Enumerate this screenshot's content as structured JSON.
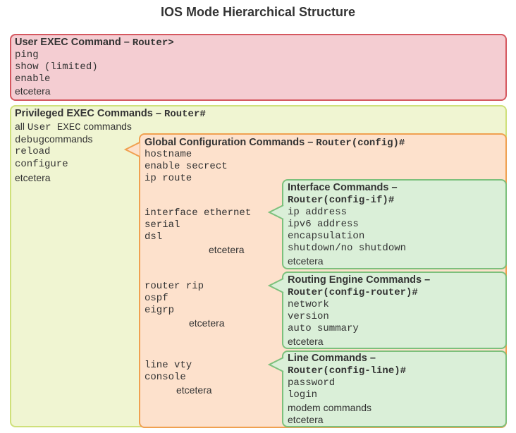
{
  "title": "IOS Mode Hierarchical Structure",
  "user_exec": {
    "heading": "User EXEC Command",
    "dash": " – ",
    "prompt": "Router>",
    "items": [
      "ping",
      "show (limited)",
      "enable"
    ],
    "etc": "etcetera"
  },
  "privileged": {
    "heading": "Privileged EXEC Commands",
    "dash": " – ",
    "prompt": "Router#",
    "all_prefix": "all ",
    "all_mono": "User EXEC",
    "all_suffix": " commands",
    "debug_mono": "debug",
    "debug_suffix": "commands",
    "items": [
      "reload",
      "configure"
    ],
    "etc": "etcetera"
  },
  "global_config": {
    "heading": "Global Configuration Commands",
    "dash": " – ",
    "prompt": "Router(config)#",
    "items": [
      "hostname",
      "enable secrect",
      "ip route"
    ],
    "interface_group": [
      "interface ethernet",
      "          serial",
      "          dsl"
    ],
    "interface_etc": "etcetera",
    "router_group": [
      "router rip",
      "       ospf",
      "       eigrp"
    ],
    "router_etc": "etcetera",
    "line_group": [
      "line vty",
      "     console"
    ],
    "line_etc": "etcetera"
  },
  "interface_cmds": {
    "heading": "Interface Commands",
    "dash": " –",
    "prompt": "Router(config-if)#",
    "items": [
      "ip address",
      "ipv6 address",
      "encapsulation",
      "shutdown/no shutdown"
    ],
    "etc": "etcetera"
  },
  "routing_cmds": {
    "heading": "Routing Engine Commands",
    "dash": " –",
    "prompt": "Router(config-router)#",
    "items": [
      "network",
      "version",
      "auto summary"
    ],
    "etc": "etcetera"
  },
  "line_cmds": {
    "heading": "Line Commands",
    "dash": " –",
    "prompt": "Router(config-line)#",
    "items": [
      "password",
      "login"
    ],
    "extra": "modem commands",
    "etc": "etcetera"
  },
  "colors": {
    "user_fill": "#f4cdd2",
    "user_border": "#d5575f",
    "priv_fill": "#f0f5d2",
    "priv_border": "#cfe07a",
    "global_fill": "#fde1cc",
    "global_border": "#f0a050",
    "sub_fill": "#daefd8",
    "sub_border": "#7cc07c"
  }
}
